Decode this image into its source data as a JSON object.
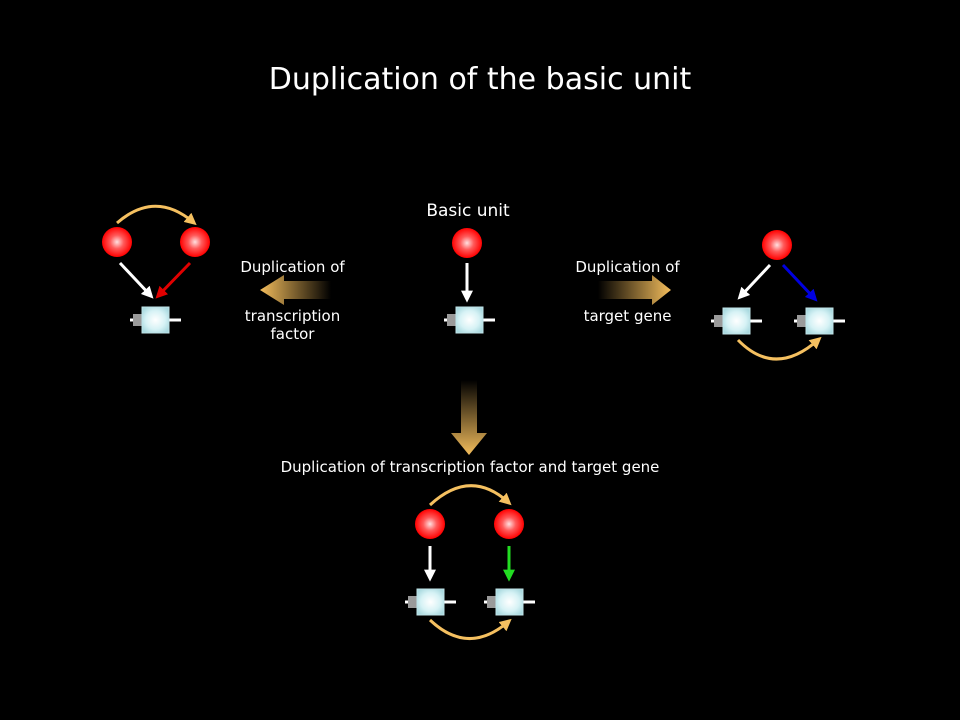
{
  "title": "Duplication of the basic unit",
  "basic_unit_label": "Basic unit",
  "left_transition": {
    "line1": "Duplication of",
    "line2": "transcription",
    "line3": "factor"
  },
  "right_transition": {
    "line1": "Duplication of",
    "line2": "target gene"
  },
  "bottom_transition": {
    "label": "Duplication of transcription factor and target gene"
  },
  "colors": {
    "background": "#000000",
    "tf_node_red": "#ff0000",
    "feedback_arc_orange": "#f5c060",
    "gene_box": "#cfeef2",
    "edge_white": "#ffffff",
    "edge_red": "#e00000",
    "edge_blue": "#0000e0",
    "edge_green": "#22dd22"
  }
}
